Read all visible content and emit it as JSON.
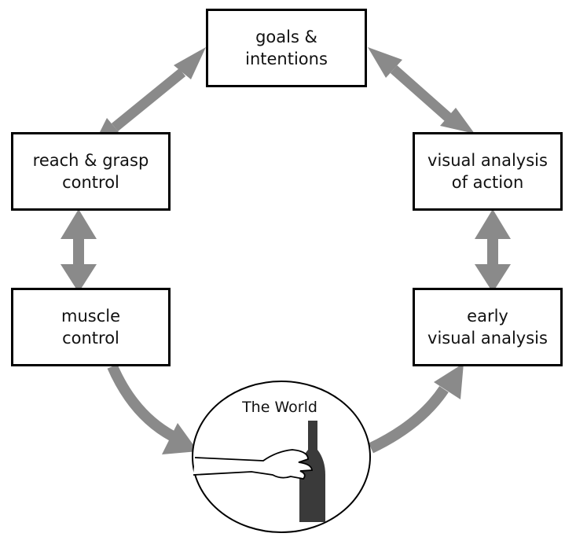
{
  "nodes": {
    "goals": {
      "line1": "goals &",
      "line2": "intentions"
    },
    "reach": {
      "line1": "reach & grasp",
      "line2": "control"
    },
    "visual_action": {
      "line1": "visual analysis",
      "line2": "of action"
    },
    "muscle": {
      "line1": "muscle",
      "line2": "control"
    },
    "early_visual": {
      "line1": "early",
      "line2": "visual analysis"
    },
    "world": {
      "label": "The World"
    }
  },
  "colors": {
    "arrow": "#8a8a8a",
    "box_border": "#000000",
    "bottle": "#3a3a3a"
  },
  "edges": [
    {
      "from": "goals",
      "to": "reach",
      "direction": "bidirectional"
    },
    {
      "from": "goals",
      "to": "visual_action",
      "direction": "bidirectional"
    },
    {
      "from": "reach",
      "to": "muscle",
      "direction": "bidirectional"
    },
    {
      "from": "visual_action",
      "to": "early_visual",
      "direction": "bidirectional"
    },
    {
      "from": "muscle",
      "to": "world",
      "direction": "forward"
    },
    {
      "from": "world",
      "to": "early_visual",
      "direction": "forward"
    }
  ]
}
